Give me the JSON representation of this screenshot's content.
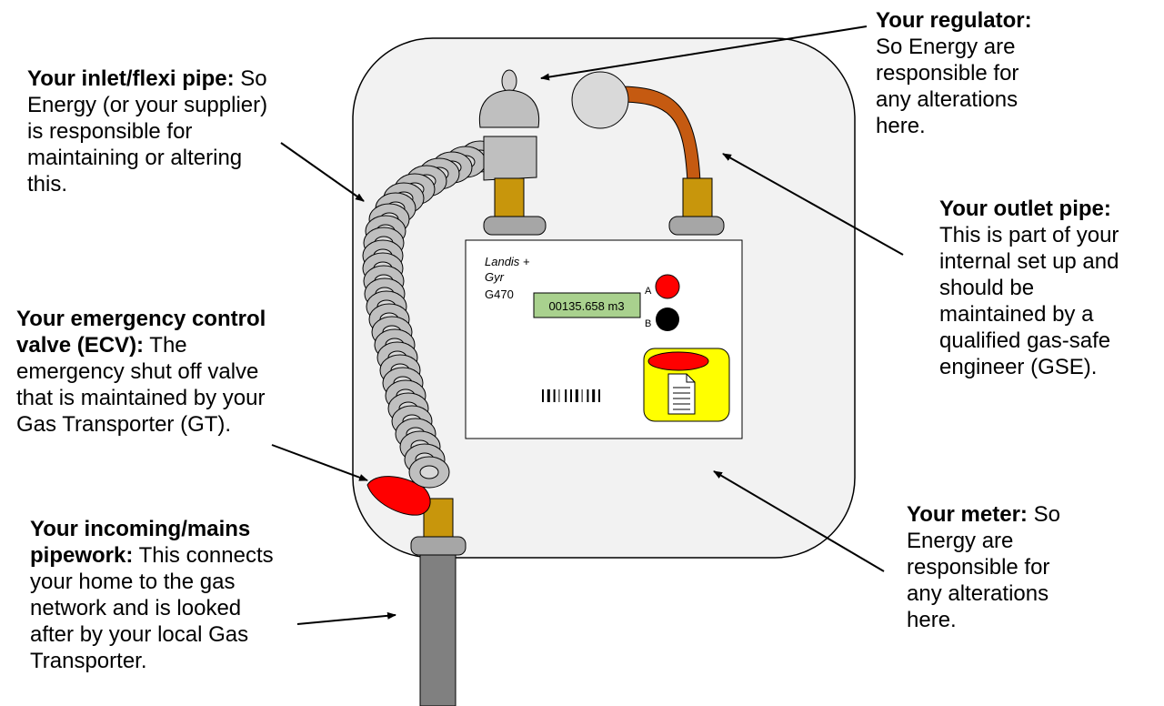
{
  "annotations": {
    "inlet": {
      "heading": "Your inlet/flexi pipe:",
      "lines": [
        " So",
        "Energy (or your supplier)",
        "is responsible for",
        "maintaining or altering",
        "this."
      ]
    },
    "ecv": {
      "heading_lines": [
        "Your emergency control",
        "valve (ECV):"
      ],
      "lines": [
        " The",
        "emergency shut off valve",
        "that is maintained by your",
        "Gas Transporter (GT)."
      ]
    },
    "mains": {
      "heading_lines": [
        "Your incoming/mains",
        "pipework:"
      ],
      "lines": [
        " This connects",
        "your home to the gas",
        "network and is looked",
        "after by your local Gas",
        "Transporter."
      ]
    },
    "regulator": {
      "heading": "Your regulator:",
      "lines": [
        "So Energy are",
        "responsible for",
        "any alterations",
        "here."
      ]
    },
    "outlet": {
      "heading": "Your outlet pipe:",
      "lines": [
        "This is part of your",
        "internal set up and",
        "should be",
        "maintained by a",
        "qualified gas-safe",
        "engineer (GSE)."
      ]
    },
    "meter": {
      "heading": "Your meter:",
      "lines": [
        " So",
        "Energy are",
        "responsible for",
        "any alterations",
        "here."
      ]
    }
  },
  "meter_face": {
    "brand_line1": "Landis +",
    "brand_line2": "Gyr",
    "model": "G470",
    "reading": "00135.658 m3",
    "button_a_label": "A",
    "button_b_label": "B"
  },
  "colors": {
    "panel": "#f2f2f2",
    "pipe_brass": "#c8960c",
    "outlet_pipe": "#c55a11",
    "ecv_red": "#ff0000",
    "display_green": "#a9d18e",
    "label_yellow": "#ffff00",
    "mains_pipe": "#808080"
  }
}
